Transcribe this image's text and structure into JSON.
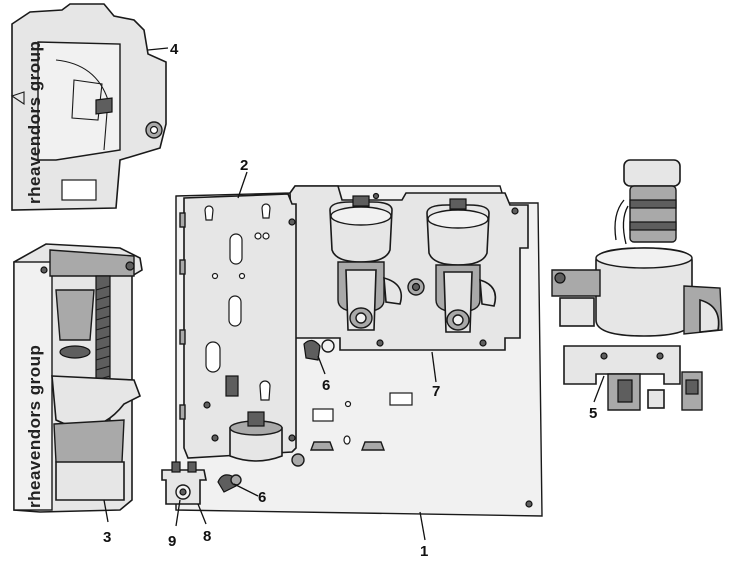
{
  "brand_text": "rheavendors group",
  "callouts": [
    "1",
    "2",
    "3",
    "4",
    "5",
    "6",
    "6",
    "7",
    "8",
    "9"
  ],
  "colors": {
    "line": "#1a1a1a",
    "fill": "#e6e6e6",
    "dark": "#5e5e5e",
    "background": "#ffffff"
  }
}
